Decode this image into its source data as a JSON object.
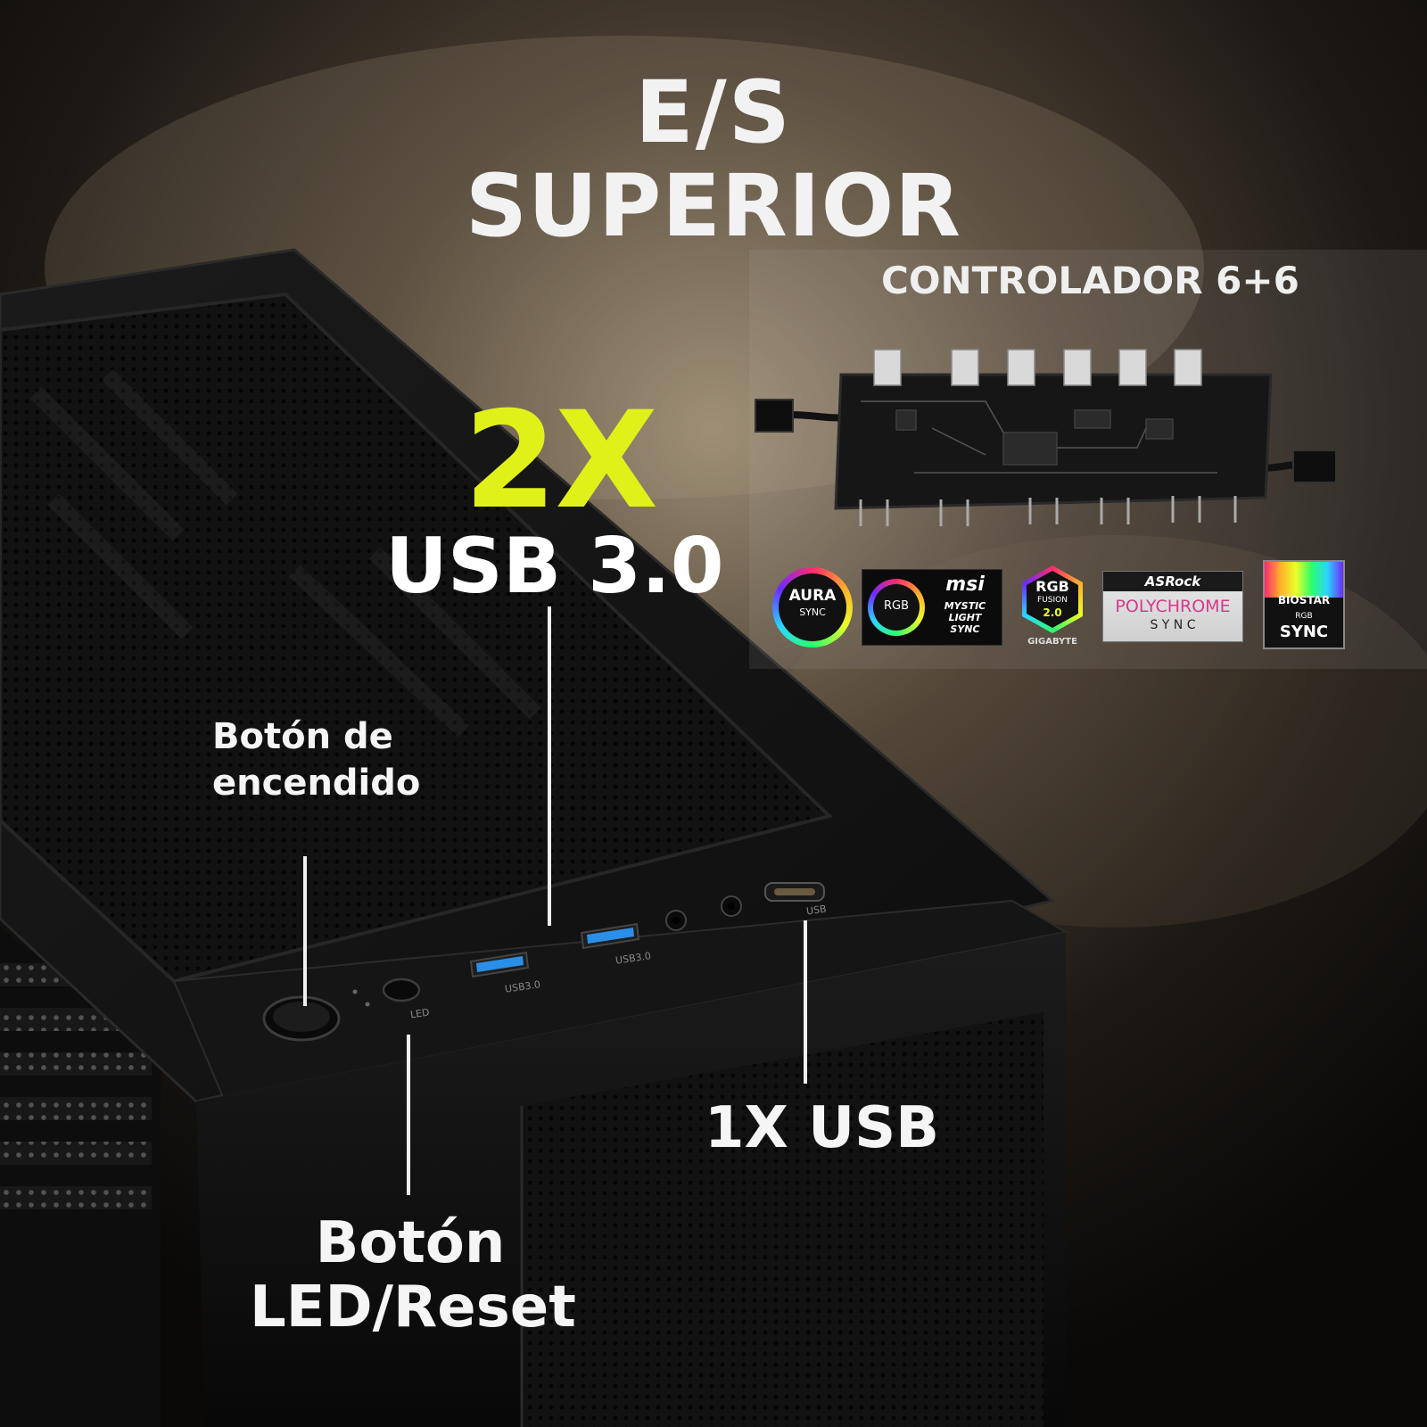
{
  "heading": {
    "line1": "E/S",
    "line2": "SUPERIOR"
  },
  "controller": {
    "title": "CONTROLADOR 6+6"
  },
  "usb3": {
    "count": "2X",
    "label": "USB 3.0"
  },
  "power_button": {
    "label": "Botón de encendido"
  },
  "usb_single": {
    "label": "1X USB"
  },
  "led_reset": {
    "label": "Botón LED/Reset"
  },
  "logos": {
    "asus": {
      "line1": "AURA",
      "line2": "SYNC"
    },
    "msi": {
      "badge": "RGB",
      "brand": "msi",
      "line1": "MYSTIC",
      "line2": "LIGHT",
      "line3": "SYNC"
    },
    "gigabyte": {
      "line1": "RGB",
      "line2": "FUSION",
      "line3": "2.0",
      "caption": "GIGABYTE"
    },
    "asrock": {
      "brand": "ASRock",
      "line1": "POLYCHROME",
      "line2": "S Y N C"
    },
    "biostar": {
      "brand": "BIOSTAR",
      "line1": "RGB",
      "line2": "SYNC"
    }
  },
  "ports": {
    "usb3_a": "USB3.0",
    "usb3_b": "USB3.0",
    "usb_c": "USB",
    "led": "LED"
  },
  "colors": {
    "accent_yellow": "#e0f11a",
    "usb_blue": "#2a8fe8",
    "text_white": "#f2f2f2"
  }
}
